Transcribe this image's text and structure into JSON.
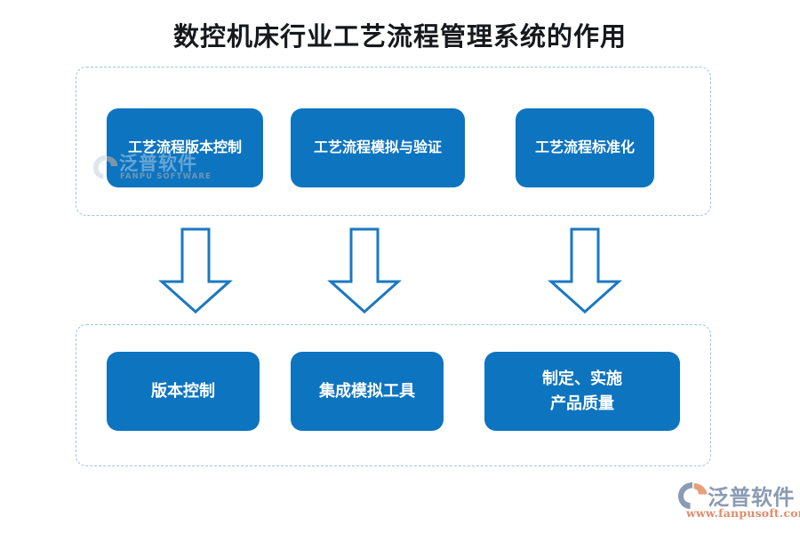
{
  "title": "数控机床行业工艺流程管理系统的作用",
  "colors": {
    "node_fill": "#0d74c0",
    "node_text": "#ffffff",
    "group_border": "#9dc3e6",
    "arrow_stroke": "#1b78c2",
    "title_text": "#16181c",
    "logo_text": "#8a9bb3",
    "logo_url": "#e08a6a",
    "logo_accent": "#e8a07a",
    "watermark_text": "#b9d2e8",
    "page_background": "#ffffff"
  },
  "diagram": {
    "type": "flow",
    "direction": "top-to-bottom",
    "top_group": {
      "name": "capabilities-group",
      "nodes": [
        {
          "id": "top-0",
          "label": "工艺流程版本控制"
        },
        {
          "id": "top-1",
          "label": "工艺流程模拟与验证"
        },
        {
          "id": "top-2",
          "label": "工艺流程标准化"
        }
      ]
    },
    "connectors": [
      {
        "id": "arrow-0",
        "icon": "arrow-down-icon",
        "from": "top-0",
        "to": "bot-0"
      },
      {
        "id": "arrow-1",
        "icon": "arrow-down-icon",
        "from": "top-1",
        "to": "bot-1"
      },
      {
        "id": "arrow-2",
        "icon": "arrow-down-icon",
        "from": "top-2",
        "to": "bot-2"
      }
    ],
    "bottom_group": {
      "name": "outcomes-group",
      "nodes": [
        {
          "id": "bot-0",
          "lines": [
            "版本控制"
          ]
        },
        {
          "id": "bot-1",
          "lines": [
            "集成模拟工具"
          ]
        },
        {
          "id": "bot-2",
          "lines": [
            "制定、实施",
            "产品质量"
          ]
        }
      ]
    }
  },
  "watermark": {
    "icon": "fanpu-logo-icon",
    "cn": "泛普软件",
    "en": "FANPU SOFTWARE"
  },
  "logo": {
    "icon": "fanpu-logo-icon",
    "cn": "泛普软件",
    "url": "www.fanpusoft.com"
  }
}
